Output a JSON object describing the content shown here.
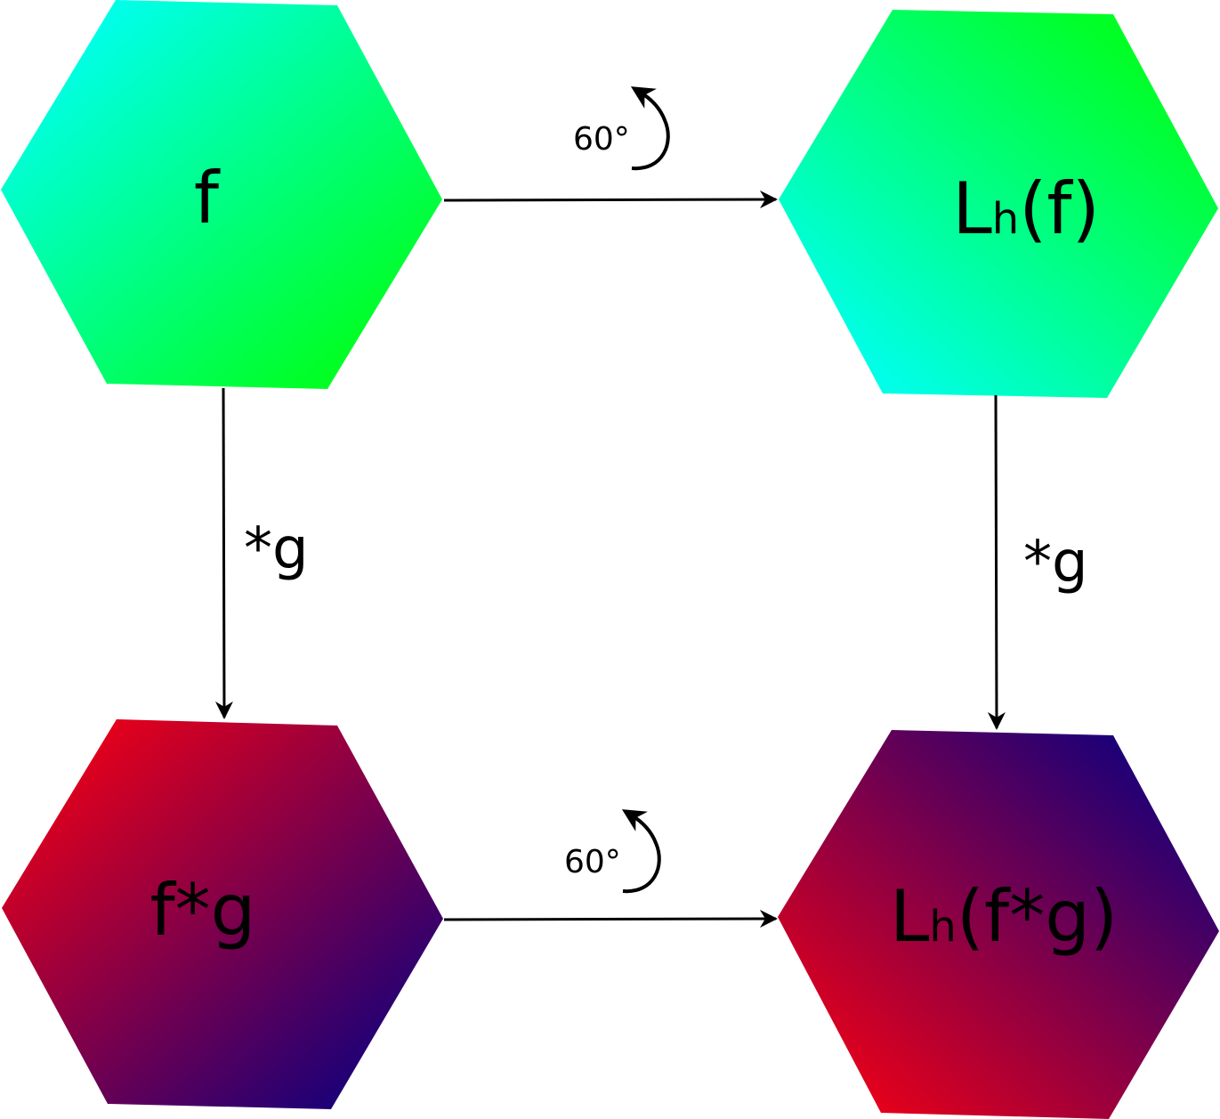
{
  "nodes": {
    "top_left": {
      "label": "f"
    },
    "top_right": {
      "label_main": "L",
      "label_sub": "h",
      "label_rest": "(f)"
    },
    "bottom_left": {
      "label": "f*g"
    },
    "bottom_right": {
      "label_main": "L",
      "label_sub": "h",
      "label_rest": "(f*g)"
    }
  },
  "edges": {
    "top_rotation": {
      "label": "60°"
    },
    "bottom_rotation": {
      "label": "60°"
    },
    "left_convolution": {
      "label": "*g"
    },
    "right_convolution": {
      "label": "*g"
    }
  },
  "colors": {
    "green_start": "#00ffe6",
    "green_end": "#00ff24",
    "red_start": "#e6001a",
    "red_end": "#1a0078",
    "arrow": "#000000"
  }
}
